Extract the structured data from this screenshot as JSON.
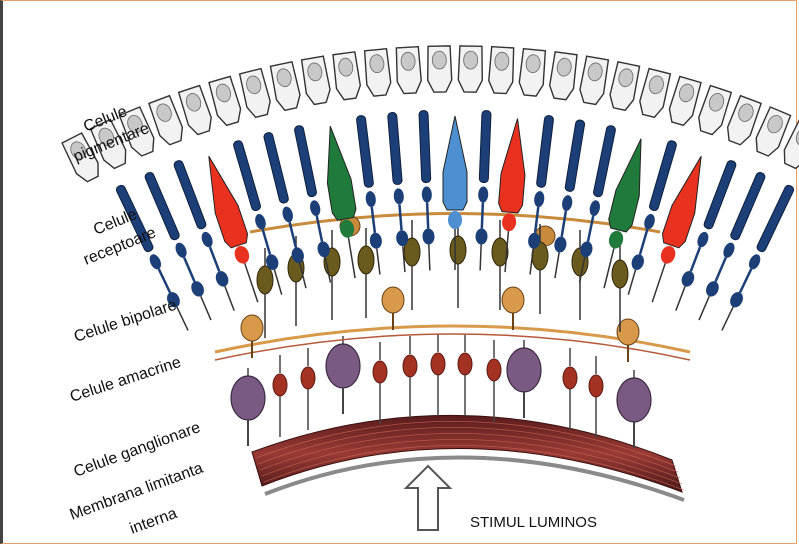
{
  "labels": {
    "pigment_line1": "Celule",
    "pigment_line2": "pigmentare",
    "receptor_line1": "Celule",
    "receptor_line2": "receptoare",
    "bipolar": "Celule bipolare",
    "amacrine": "Celule amacrine",
    "ganglion": "Celule ganglionare",
    "membrane_line1": "Membrana limitanta",
    "membrane_line2": "interna"
  },
  "stimulus": {
    "label": "STIMUL LUMINOS",
    "icon": "arrow-up-icon"
  },
  "colors": {
    "frame": "#e8a06a",
    "pigment_cell": "#f2f2f2",
    "pigment_nucleus": "#c8c8c8",
    "rod": "#1c3f78",
    "cone_red": "#e8321f",
    "cone_green": "#1f7a3c",
    "cone_blue": "#4d8fd0",
    "bipolar": "#6b5a1e",
    "horizontal": "#c88a3c",
    "amacrine": "#d89a4a",
    "ganglion": "#7a5a82",
    "ganglion_red": "#a33222",
    "membrane": "#7a2a2a"
  },
  "structure": {
    "pigment_cells": 26,
    "cone_types": [
      "rod",
      "rod",
      "rod",
      "red",
      "rod",
      "rod",
      "rod",
      "green",
      "rod",
      "rod",
      "rod",
      "blue",
      "rod",
      "red",
      "rod",
      "rod",
      "rod",
      "green",
      "rod",
      "red",
      "rod",
      "rod",
      "rod"
    ]
  }
}
